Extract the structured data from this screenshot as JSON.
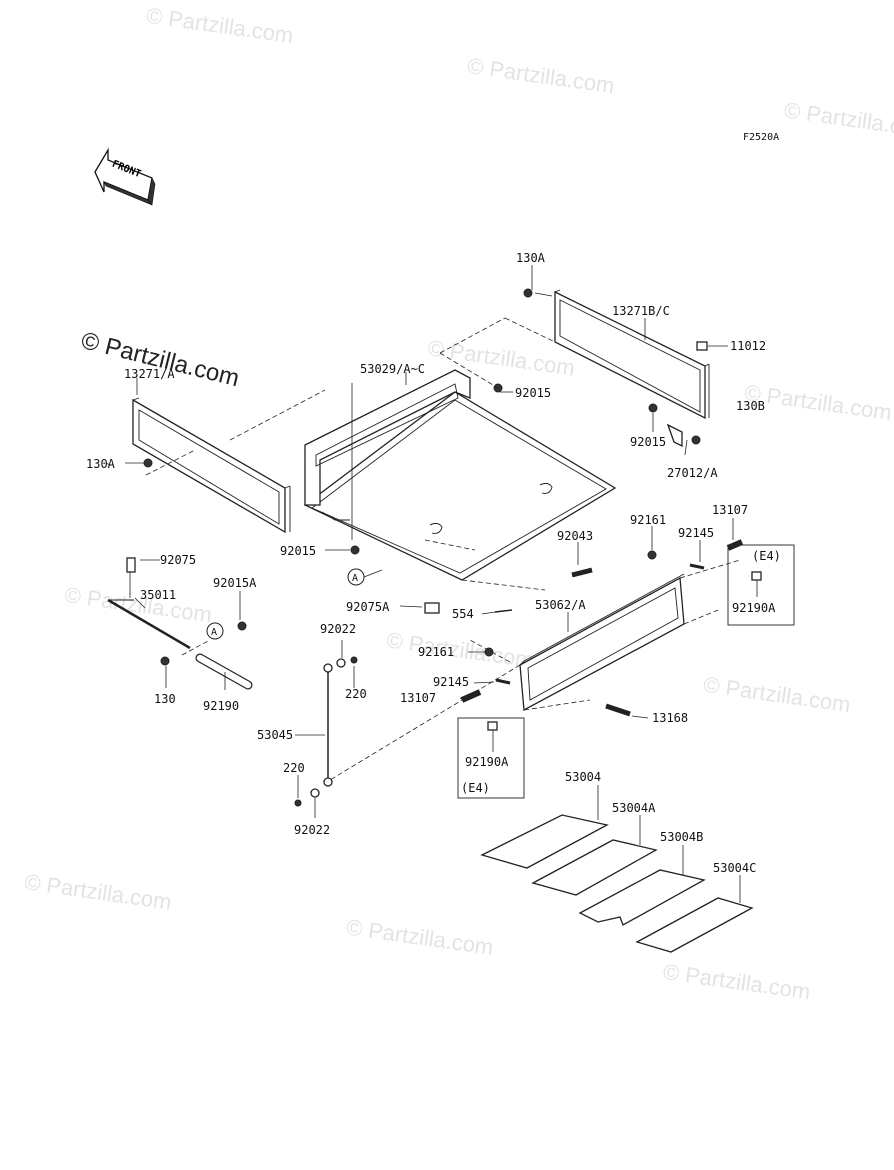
{
  "diagram_code": "F2520A",
  "front_label": "FRONT",
  "watermark": "Partzilla.com",
  "watermark_symbol": "©",
  "callout_A": "A",
  "labels": {
    "p130A_top": "130A",
    "p13271BC": "13271B/C",
    "p11012": "11012",
    "p53029": "53029/A~C",
    "p92015_top": "92015",
    "p13271A": "13271/A",
    "p130B": "130B",
    "p92015_mid": "92015",
    "p130A_left": "130A",
    "p27012": "27012/A",
    "p92161_right": "92161",
    "p13107_right": "13107",
    "p92145_right": "92145",
    "p92043": "92043",
    "p92015_low": "92015",
    "p92075": "92075",
    "pE4_right": "(E4)",
    "p92015A": "92015A",
    "p35011": "35011",
    "p53062": "53062/A",
    "p92190A_right": "92190A",
    "p92075A": "92075A",
    "p554": "554",
    "p92022_top": "92022",
    "p92161_mid": "92161",
    "p220_top": "220",
    "p92145_mid": "92145",
    "p130": "130",
    "p92190": "92190",
    "p13107_mid": "13107",
    "p13168": "13168",
    "p53045": "53045",
    "p92190A_mid": "92190A",
    "pE4_mid": "(E4)",
    "p220_low": "220",
    "p53004": "53004",
    "p53004A": "53004A",
    "p53004B": "53004B",
    "p92022_low": "92022",
    "p53004C": "53004C"
  }
}
